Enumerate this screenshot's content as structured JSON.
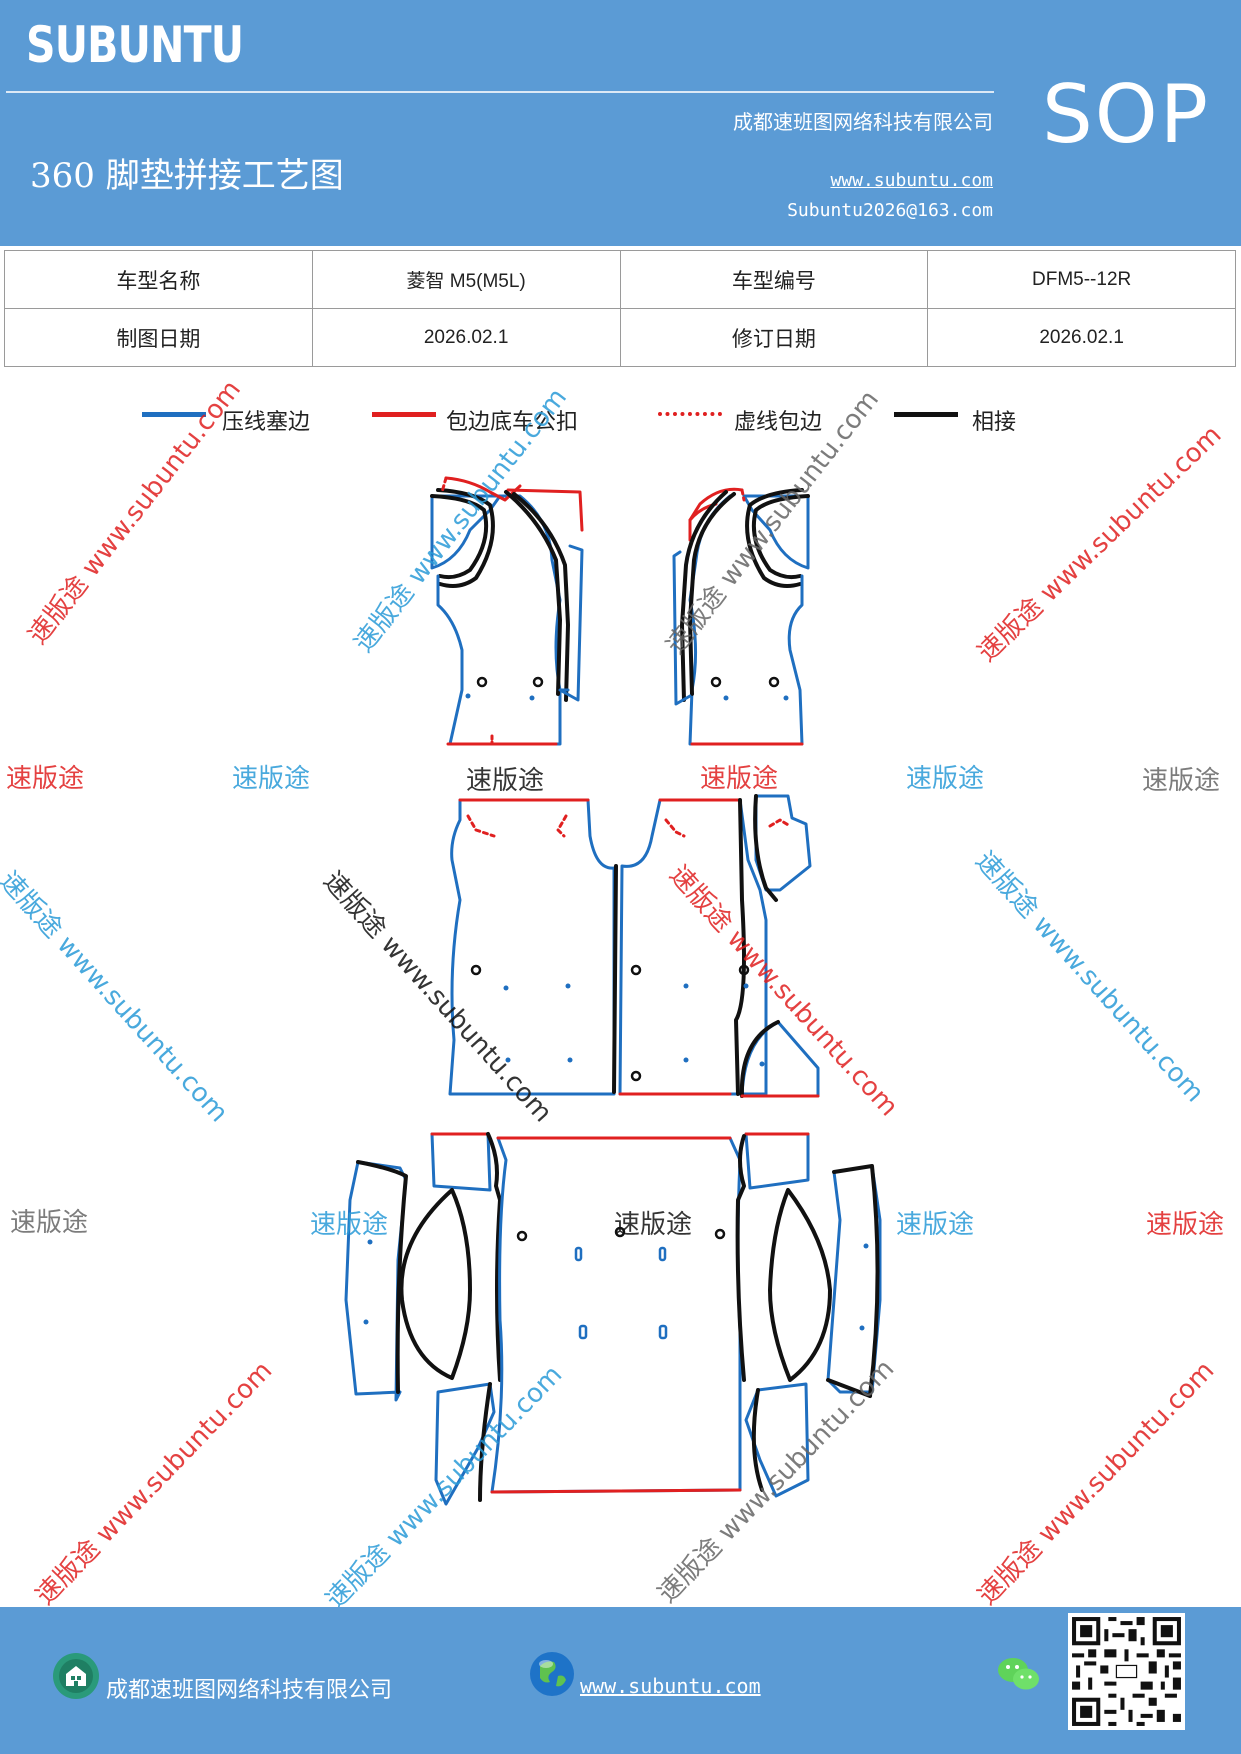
{
  "header": {
    "brand": "SUBUNTU",
    "company": "成都速班图网络科技有限公司",
    "title": "360 脚垫拼接工艺图",
    "website": "www.subuntu.com",
    "email": "Subuntu2026@163.com",
    "badge": "SOP",
    "bg_color": "#5b9bd5"
  },
  "info_table": {
    "rows": [
      [
        "车型名称",
        "菱智 M5(M5L)",
        "车型编号",
        "DFM5--12R"
      ],
      [
        "制图日期",
        "2026.02.1",
        "修订日期",
        "2026.02.1"
      ]
    ]
  },
  "legend": [
    {
      "label": "压线塞边",
      "color": "#1f6fc0",
      "style": "solid"
    },
    {
      "label": "包边底车公扣",
      "color": "#e02020",
      "style": "solid"
    },
    {
      "label": "虚线包边",
      "color": "#e02020",
      "style": "dotted"
    },
    {
      "label": "相接",
      "color": "#111111",
      "style": "solid"
    }
  ],
  "colors": {
    "blue_line": "#1f6fc0",
    "red_line": "#e02020",
    "black_line": "#111111"
  },
  "watermarks": {
    "brand_cn": "速版途",
    "url": "www.subuntu.com",
    "combined": "速版途 www.subuntu.com"
  },
  "footer": {
    "company": "成都速班图网络科技有限公司",
    "website": "www.subuntu.com",
    "icons": [
      "company-icon",
      "globe-icon",
      "wechat-icon",
      "qr-code"
    ]
  }
}
